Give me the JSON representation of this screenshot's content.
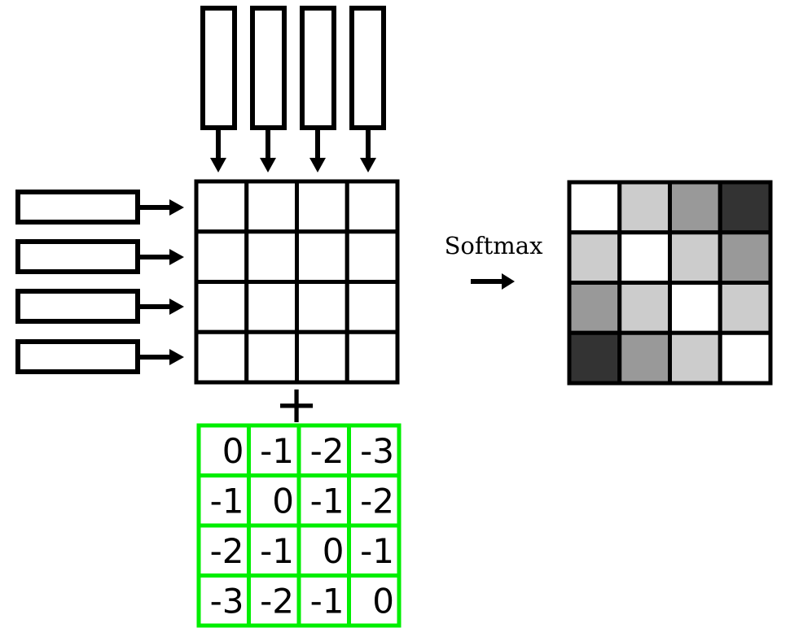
{
  "diagram": {
    "operation_label": "Softmax",
    "plus_symbol": "+",
    "bias_matrix": [
      [
        "0",
        "-1",
        "-2",
        "-3"
      ],
      [
        "-1",
        "0",
        "-1",
        "-2"
      ],
      [
        "-2",
        "-1",
        "0",
        "-1"
      ],
      [
        "-3",
        "-2",
        "-1",
        "0"
      ]
    ],
    "attention_grayscale": [
      [
        "#ffffff",
        "#cccccc",
        "#999999",
        "#333333"
      ],
      [
        "#cccccc",
        "#ffffff",
        "#cccccc",
        "#999999"
      ],
      [
        "#999999",
        "#cccccc",
        "#ffffff",
        "#cccccc"
      ],
      [
        "#333333",
        "#999999",
        "#cccccc",
        "#ffffff"
      ]
    ],
    "colors": {
      "stroke": "#000000",
      "bias_grid": "#00ee00"
    }
  }
}
